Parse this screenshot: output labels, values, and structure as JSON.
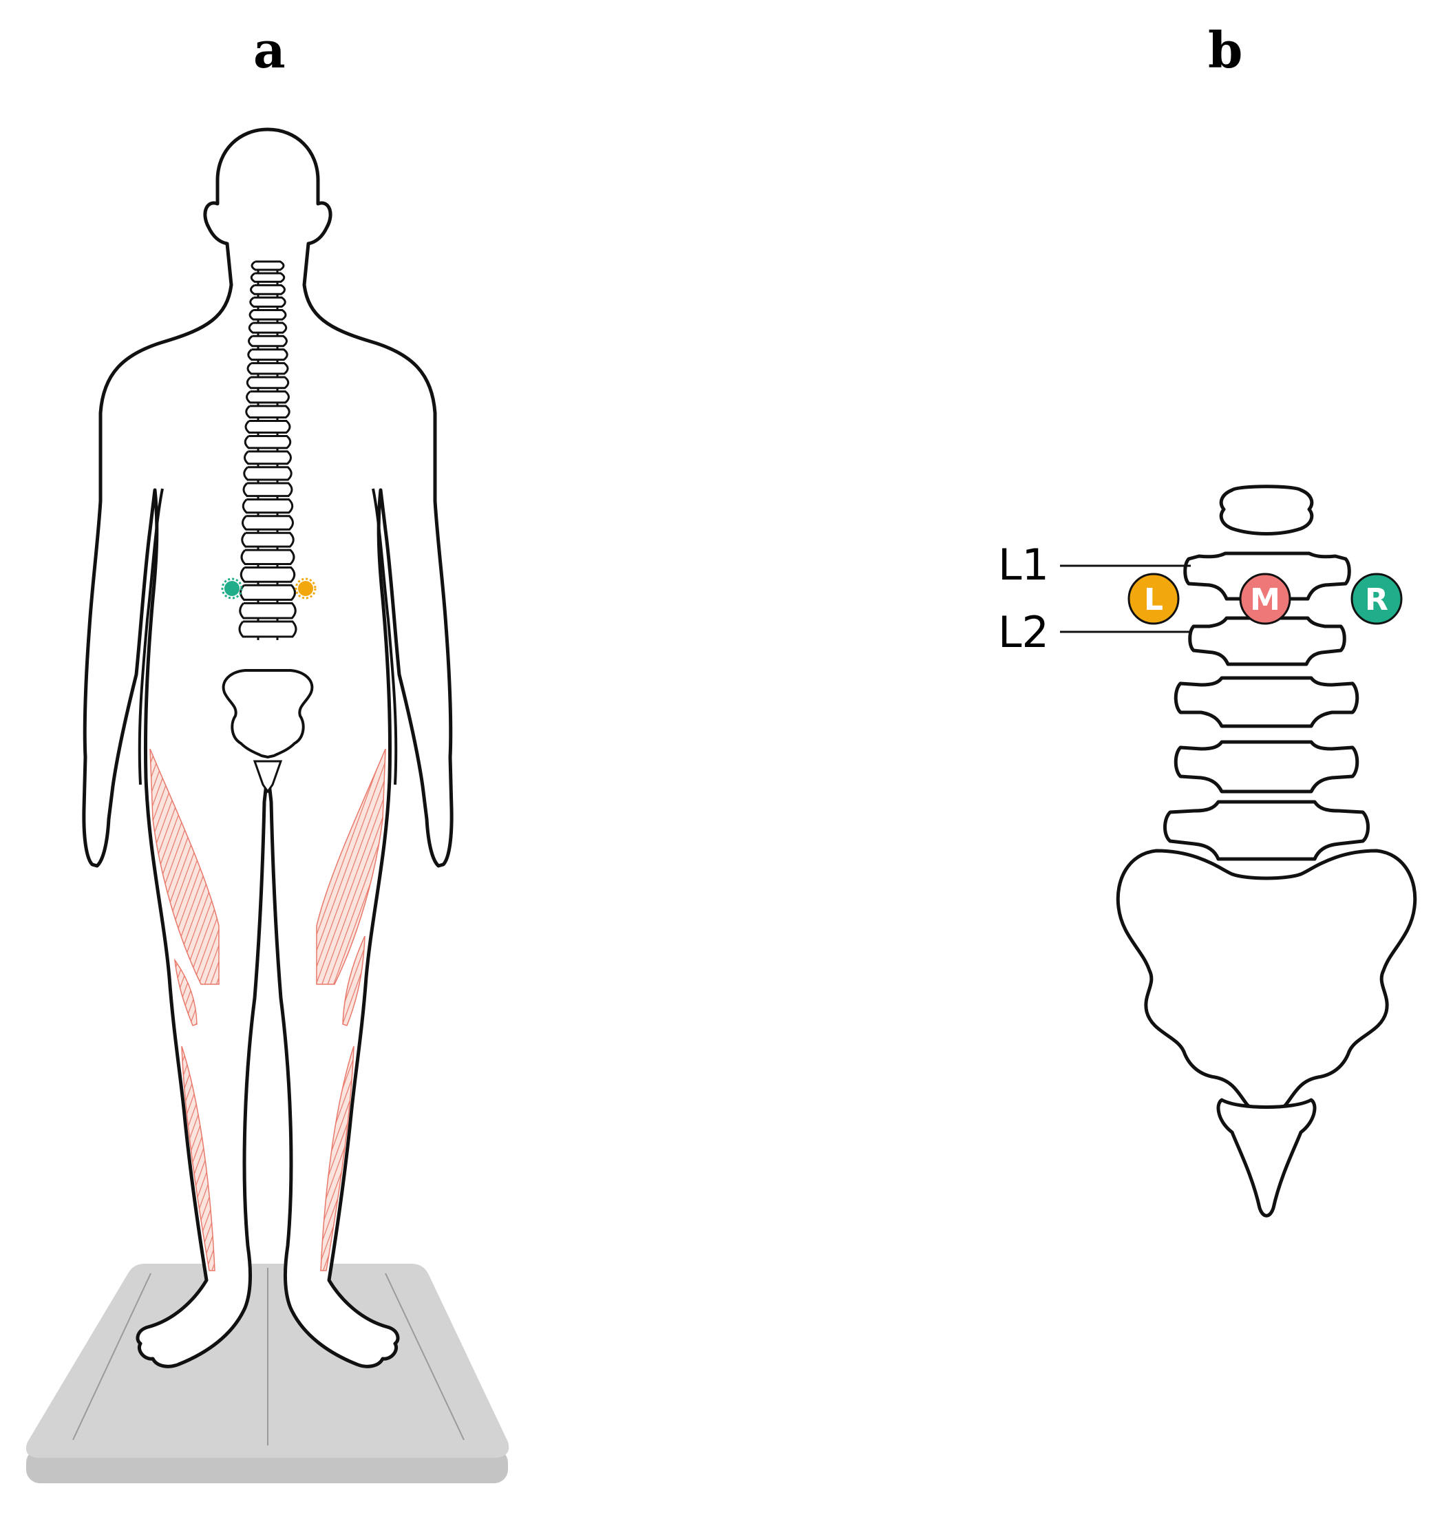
{
  "panels": {
    "a": {
      "label": "a"
    },
    "b": {
      "label": "b"
    }
  },
  "vertebra_labels": {
    "upper": "L1",
    "lower": "L2"
  },
  "markers": [
    {
      "id": "L",
      "text": "L",
      "color": "#F2A80D"
    },
    {
      "id": "M",
      "text": "M",
      "color": "#EE7777"
    },
    {
      "id": "R",
      "text": "R",
      "color": "#1FAD8A"
    }
  ],
  "colors": {
    "muscle": "#E8786A",
    "platform": "#D3D3D3",
    "platform_base": "#C4C4C4",
    "outline": "#111111",
    "electrode_right": "#1FAD8A",
    "electrode_left": "#F2A80D"
  }
}
